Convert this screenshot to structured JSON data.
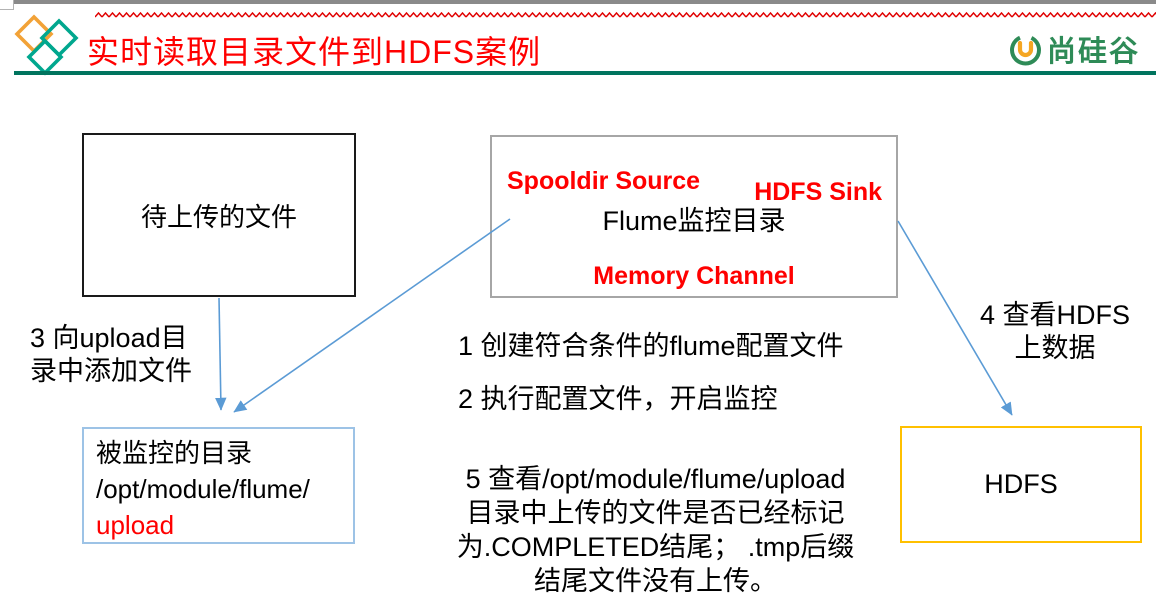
{
  "header": {
    "title": "实时读取目录文件到HDFS案例",
    "logo_text": "尚硅谷",
    "title_color": "#FF0000",
    "squiggle_color": "#E00000",
    "underline_color": "#00745E",
    "diamond_orange": "#F2A237",
    "diamond_teal": "#00A78E",
    "logo_green": "#2E8B57",
    "logo_orange": "#F5A623"
  },
  "diagram": {
    "pending_files_box": {
      "label": "待上传的文件",
      "border_color": "#1A1A1A"
    },
    "flume_box": {
      "source_label": "Spooldir Source",
      "sink_label": "HDFS Sink",
      "title": "Flume监控目录",
      "channel_label": "Memory Channel",
      "border_color": "#A6A6A6",
      "accent_red": "#FF0000"
    },
    "monitored_dir_box": {
      "line1": "被监控的目录",
      "line2": "/opt/module/flume/",
      "line3": "upload",
      "border_color": "#9DC3E6"
    },
    "hdfs_box": {
      "label": "HDFS",
      "border_color": "#FFC000"
    },
    "arrow_color": "#5B9BD5",
    "steps": {
      "step1": "1 创建符合条件的flume配置文件",
      "step2": "2 执行配置文件，开启监控",
      "step3_line1": "3 向upload目",
      "step3_line2": "录中添加文件",
      "step4_line1": "4 查看HDFS",
      "step4_line2": "上数据",
      "step5_line1": "5 查看/opt/module/flume/upload",
      "step5_line2": "目录中上传的文件是否已经标记",
      "step5_line3": "为.COMPLETED结尾； .tmp后缀",
      "step5_line4": "结尾文件没有上传。"
    }
  }
}
